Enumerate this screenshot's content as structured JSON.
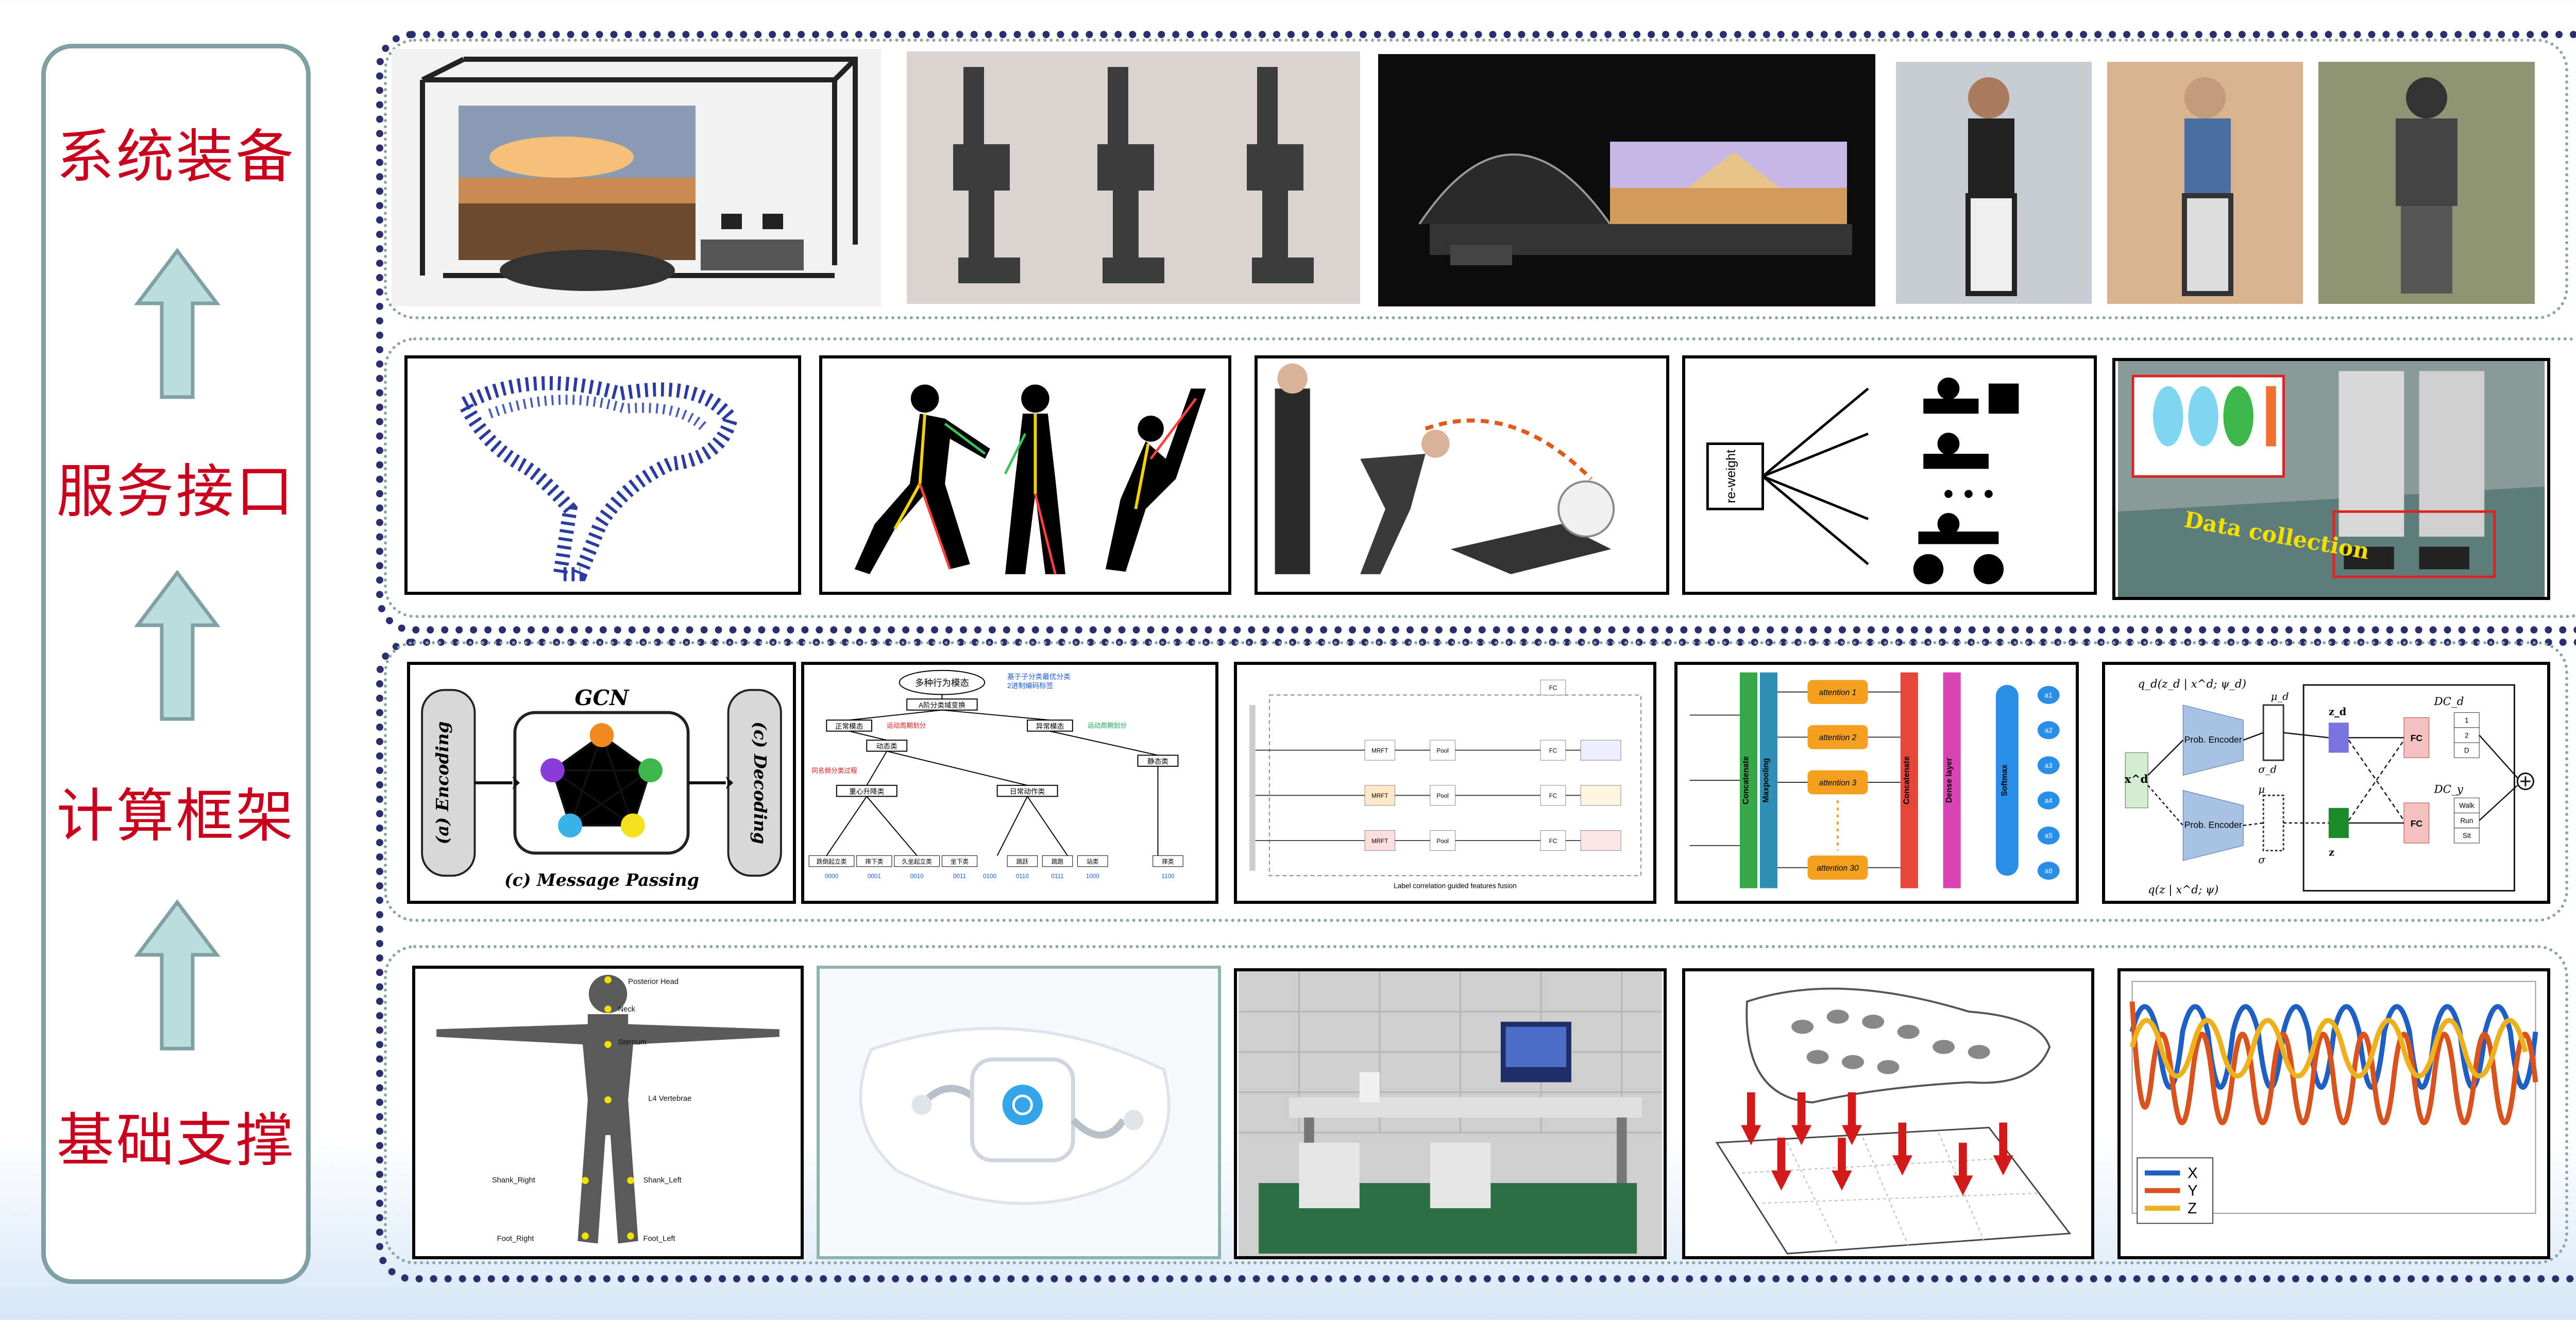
{
  "layers": [
    {
      "label": "系统装备"
    },
    {
      "label": "服务接口"
    },
    {
      "label": "计算框架"
    },
    {
      "label": "基础支撑"
    }
  ],
  "colors": {
    "label_red": "#c8001e",
    "frame_navy": "#2b2f6e",
    "frame_gray": "#8aa6a3",
    "arrow_fill": "#b9dedd",
    "arrow_stroke": "#7fa1a6"
  },
  "panels": {
    "reweight": {
      "box_label": "re-weight"
    },
    "data_collection": {
      "caption": "Data collection"
    },
    "gcn": {
      "title": "GCN",
      "left": "(a) Encoding",
      "right": "(c) Decoding",
      "bottom": "(c) Message Passing"
    },
    "attention": {
      "left1": "Concatenate",
      "left2": "Maxpooling",
      "items": [
        "attention 1",
        "attention 2",
        "attention 3",
        "attention 30"
      ],
      "right1": "Concatenate",
      "right2": "Dense layer",
      "right3": "Softmax",
      "outputs": [
        "a1",
        "a2",
        "a3",
        "a4",
        "a5",
        "a6"
      ]
    },
    "vae": {
      "q_top": "q_d(z_d | x^d; ψ_d)",
      "q_bottom": "q(z | x^d; ψ)",
      "enc": "Prob. Encoder",
      "x": "x^d",
      "mu_d": "μ_d",
      "sigma_d": "σ_d",
      "mu": "μ",
      "sigma": "σ",
      "zd": "z_d",
      "z": "z",
      "dcd": "DC_d",
      "dcy": "DC_y",
      "fc": "FC",
      "out_top": [
        "1",
        "2",
        "D"
      ],
      "out_bottom": [
        "Walk",
        "Run",
        "Sit"
      ]
    },
    "body_sensors": {
      "labels": [
        "Posterior Head",
        "Neck",
        "Sternum",
        "L4 Vertebrae",
        "Shank_Right",
        "Shank_Left",
        "Foot_Right",
        "Foot_Left"
      ]
    },
    "tree": {
      "root": "多种行为模态",
      "note1": "基于子分类最优分类",
      "note2": "2进制编码标签",
      "l1": [
        "A阶分类域变换"
      ],
      "l2": [
        "正常模态",
        "异常模态"
      ],
      "hint1": "运动周期划分",
      "hint2": "运动周期划分",
      "l3": [
        "动态类",
        "静态类"
      ],
      "hint3": "同名频分类过程",
      "l4": [
        "重心升降类",
        "日常动作类"
      ],
      "leaves": [
        "跌倒起立类",
        "摔下类",
        "久坐起立类",
        "坐下类",
        "跳跃",
        "跳跑",
        "站类",
        "摔类"
      ],
      "codes": [
        "0000",
        "0001",
        "0010",
        "0011",
        "0100",
        "0110",
        "0111",
        "1000",
        "1100"
      ]
    },
    "lcff": {
      "caption": "Label correlation guided features fusion",
      "pool": "Pool",
      "mrft": "MRFT",
      "fc": "FC"
    },
    "signal": {
      "legend": [
        "X",
        "Y",
        "Z"
      ]
    }
  }
}
